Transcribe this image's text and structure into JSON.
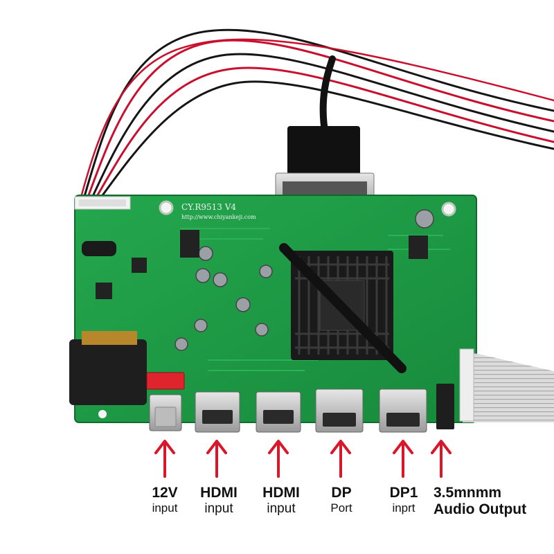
{
  "board": {
    "model": "CY.R9513 V4",
    "url": "http://www.chiyankeji.com"
  },
  "labels": [
    {
      "line1": "12V",
      "line2": "input"
    },
    {
      "line1": "HDMI",
      "line2": "input"
    },
    {
      "line1": "HDMI",
      "line2": "input"
    },
    {
      "line1": "DP",
      "line2": "Port"
    },
    {
      "line1": "DP1",
      "line2": "inprt"
    },
    {
      "line1": "3.5mnmm",
      "line2": "Audio Output"
    }
  ],
  "colors": {
    "pcb": "#1f9a45",
    "pcb_dark": "#137a34",
    "arrow": "#d8182a",
    "wire_red": "#c8102e",
    "wire_black": "#151515",
    "heatsink": "#1a1a1a",
    "metal": "#c9c9c9"
  }
}
